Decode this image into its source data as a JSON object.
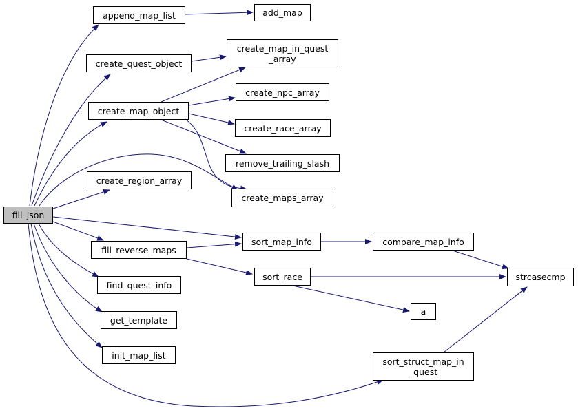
{
  "graph": {
    "root": "fill_json",
    "colors": {
      "edge": "#191970",
      "node_border": "#000000",
      "root_fill": "#bfbfbf",
      "node_fill": "#ffffff"
    },
    "nodes": {
      "fill_json": "fill_json",
      "append_map_list": "append_map_list",
      "add_map": "add_map",
      "create_quest_object": "create_quest_object",
      "create_map_in_quest_array": "create_map_in_quest\n_array",
      "create_map_object": "create_map_object",
      "create_npc_array": "create_npc_array",
      "create_race_array": "create_race_array",
      "remove_trailing_slash": "remove_trailing_slash",
      "create_region_array": "create_region_array",
      "create_maps_array": "create_maps_array",
      "fill_reverse_maps": "fill_reverse_maps",
      "sort_map_info": "sort_map_info",
      "compare_map_info": "compare_map_info",
      "find_quest_info": "find_quest_info",
      "sort_race": "sort_race",
      "strcasecmp": "strcasecmp",
      "a": "a",
      "get_template": "get_template",
      "init_map_list": "init_map_list",
      "sort_struct_map_in_quest": "sort_struct_map_in\n_quest"
    },
    "edges": [
      [
        "fill_json",
        "append_map_list"
      ],
      [
        "fill_json",
        "create_quest_object"
      ],
      [
        "fill_json",
        "create_map_object"
      ],
      [
        "fill_json",
        "create_maps_array"
      ],
      [
        "fill_json",
        "create_region_array"
      ],
      [
        "fill_json",
        "sort_map_info"
      ],
      [
        "fill_json",
        "fill_reverse_maps"
      ],
      [
        "fill_json",
        "find_quest_info"
      ],
      [
        "fill_json",
        "get_template"
      ],
      [
        "fill_json",
        "init_map_list"
      ],
      [
        "fill_json",
        "sort_struct_map_in_quest"
      ],
      [
        "append_map_list",
        "add_map"
      ],
      [
        "create_quest_object",
        "create_map_in_quest_array"
      ],
      [
        "create_map_object",
        "create_map_in_quest_array"
      ],
      [
        "create_map_object",
        "create_npc_array"
      ],
      [
        "create_map_object",
        "create_race_array"
      ],
      [
        "create_map_object",
        "remove_trailing_slash"
      ],
      [
        "create_map_object",
        "create_maps_array"
      ],
      [
        "fill_reverse_maps",
        "sort_map_info"
      ],
      [
        "fill_reverse_maps",
        "sort_race"
      ],
      [
        "sort_map_info",
        "compare_map_info"
      ],
      [
        "compare_map_info",
        "strcasecmp"
      ],
      [
        "sort_race",
        "strcasecmp"
      ],
      [
        "sort_race",
        "a"
      ],
      [
        "sort_struct_map_in_quest",
        "strcasecmp"
      ]
    ]
  }
}
